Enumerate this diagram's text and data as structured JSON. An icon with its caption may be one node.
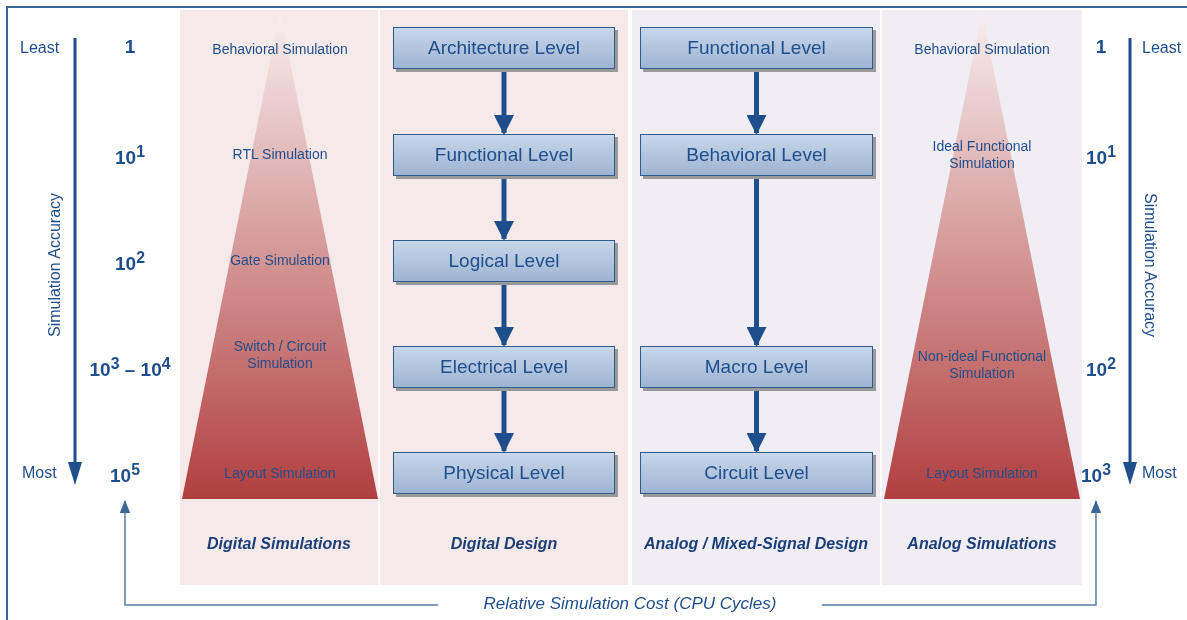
{
  "diagram": {
    "nodes": [
      {
        "text": [
          "Digital Simulations"
        ]
      },
      {
        "text": [
          "Behavioral Simulation",
          "RTL Simulation",
          "Gate Simulation",
          "Switch / Circuit Simulation",
          "Layout Simulation"
        ],
        "in": 0
      },
      {
        "text": [
          "Digital Design"
        ]
      },
      {
        "text": [
          "Architecture Level"
        ],
        "in": 2
      },
      {
        "text": [
          "Functional Level"
        ],
        "in": 2
      },
      {
        "text": [
          "Logical Level"
        ],
        "in": 2
      },
      {
        "text": [
          "Electrical Level"
        ],
        "in": 2
      },
      {
        "text": [
          "Physical Level"
        ],
        "in": 2
      },
      {
        "text": [
          "Analog / Mixed-Signal Design"
        ]
      },
      {
        "text": [
          "Functional Level"
        ],
        "in": 8
      },
      {
        "text": [
          "Behavioral Level"
        ],
        "in": 8
      },
      {
        "text": [
          "Macro Level"
        ],
        "in": 8
      },
      {
        "text": [
          "Circuit Level"
        ],
        "in": 8
      },
      {
        "text": [
          "Analog Simulations"
        ]
      },
      {
        "text": [
          "Behavioral Simulation",
          "Ideal Functional Simulation",
          "Non-ideal Functional Simulation",
          "Layout Simulation"
        ],
        "in": 13
      },
      {
        "text": [
          "Relative Simulation Cost (CPU Cycles)"
        ]
      },
      {
        "text": [
          "10$^{5}$"
        ]
      },
      {
        "text": [
          "10$^{3}$"
        ]
      }
    ],
    "edges": [
      {
        "from": 3,
        "to": 4,
        "arrow": "to"
      },
      {
        "from": 4,
        "to": 5,
        "arrow": "to"
      },
      {
        "from": 5,
        "to": 6,
        "arrow": "to"
      },
      {
        "from": 6,
        "to": 7,
        "arrow": "to"
      },
      {
        "from": 9,
        "to": 10,
        "arrow": "to"
      },
      {
        "from": 10,
        "to": 11,
        "arrow": "to"
      },
      {
        "from": 11,
        "to": 12,
        "arrow": "to"
      },
      {
        "from": 15,
        "to": 16,
        "arrow": "to"
      },
      {
        "from": 15,
        "to": 17,
        "arrow": "to"
      }
    ],
    "labels": [
      "Least",
      "Simulation Accuracy",
      "Most",
      "1",
      "10$^{1}$",
      "10$^{2}$",
      "10$^{3}$ – 10$^{4}$",
      "1",
      "10$^{1}$",
      "10$^{2}$",
      "Least",
      "Simulation Accuracy",
      "Most"
    ]
  }
}
